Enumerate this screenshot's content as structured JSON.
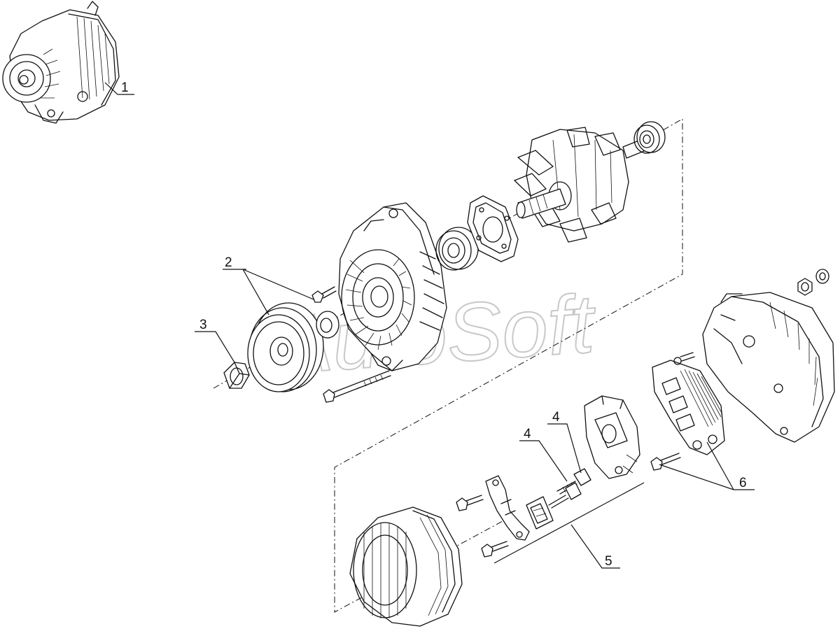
{
  "watermark": "AutoSoft",
  "callouts": [
    {
      "id": "1",
      "label": "1"
    },
    {
      "id": "2",
      "label": "2"
    },
    {
      "id": "3",
      "label": "3"
    },
    {
      "id": "4a",
      "label": "4"
    },
    {
      "id": "4b",
      "label": "4"
    },
    {
      "id": "5",
      "label": "5"
    },
    {
      "id": "6",
      "label": "6"
    }
  ],
  "colors": {
    "line": "#111111",
    "watermark": "#c8c8c8",
    "background": "#ffffff"
  }
}
